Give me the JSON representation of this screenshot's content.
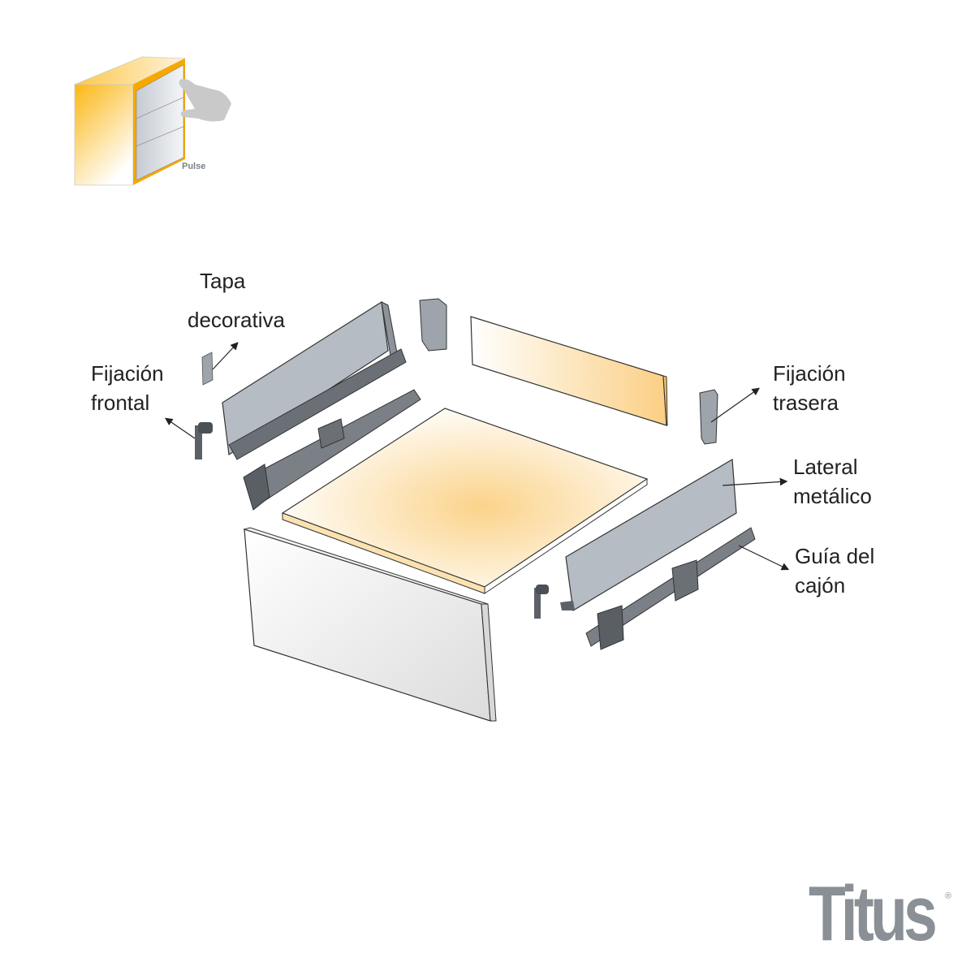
{
  "icon": {
    "label": "Pulse"
  },
  "labels": {
    "tapa_decorativa": [
      "Tapa",
      "decorativa"
    ],
    "fijacion_frontal": [
      "Fijación",
      "frontal"
    ],
    "fijacion_trasera": [
      "Fijación",
      "trasera"
    ],
    "lateral_metalico": [
      "Lateral",
      "metálico"
    ],
    "guia_cajon": [
      "Guía del",
      "cajón"
    ]
  },
  "brand": {
    "name": "Titus",
    "registered": "®",
    "color": "#8a9096"
  },
  "colors": {
    "wood": "#fbd38a",
    "metal": "#b6bcc4",
    "rail": "#6b7077"
  }
}
